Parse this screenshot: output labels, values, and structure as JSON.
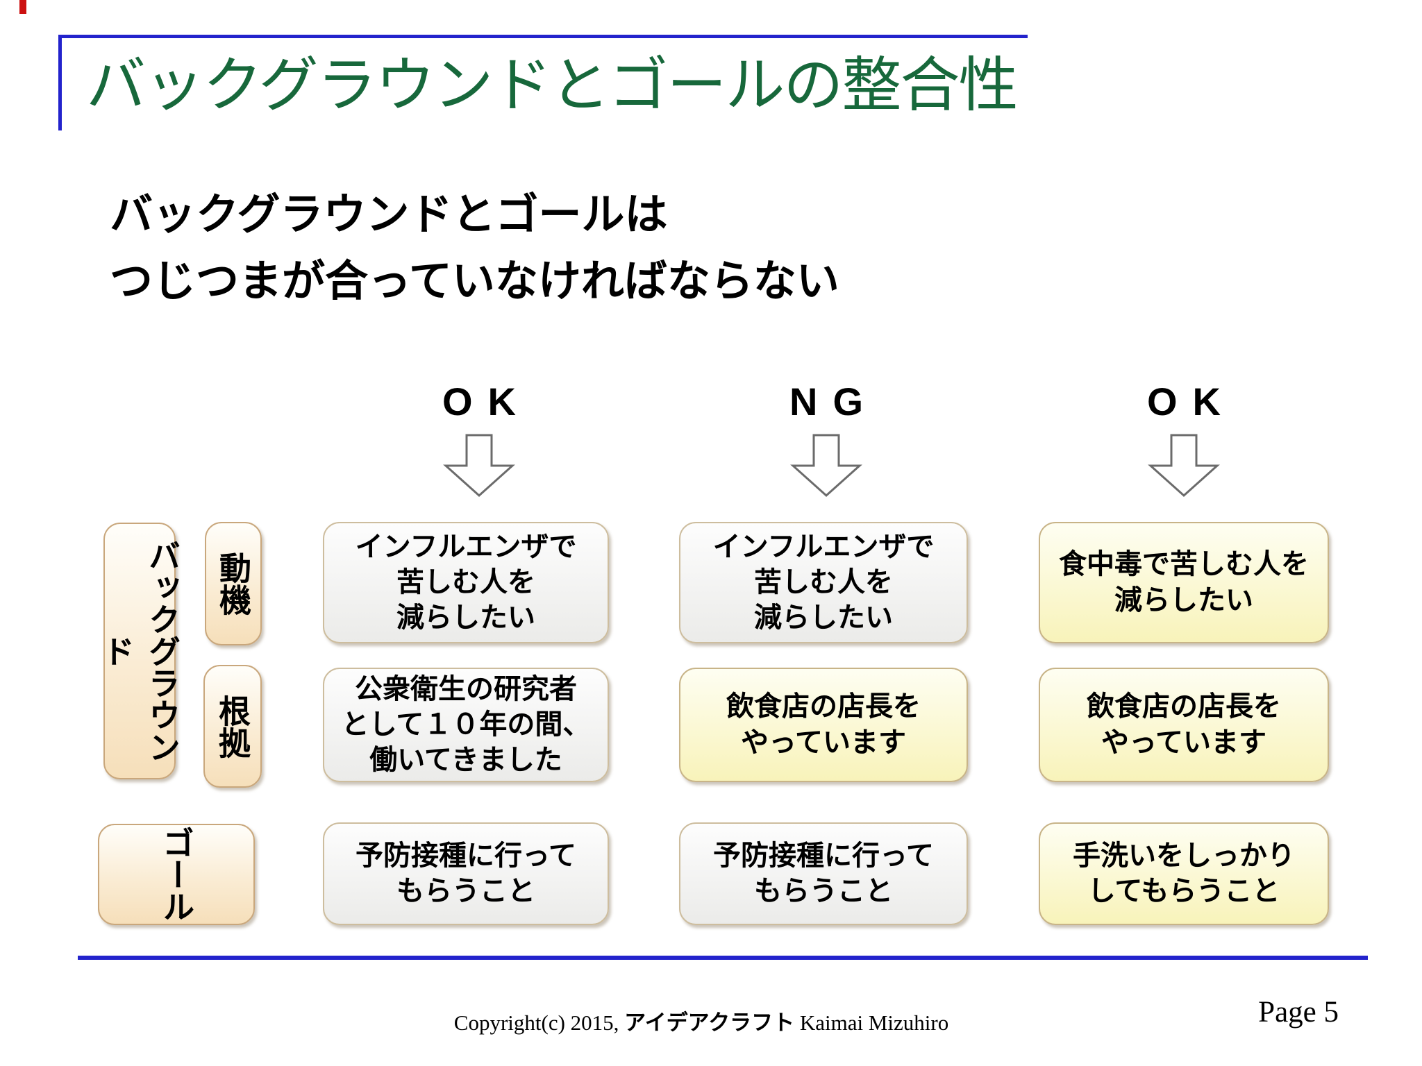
{
  "page": {
    "title": "バックグラウンドとゴールの整合性",
    "heading": {
      "line1": "バックグラウンドとゴールは",
      "line2": "つじつまが合っていなければならない"
    },
    "footer": {
      "pre": "Copyright(c) 2015, ",
      "brand": "アイデアクラフト",
      "post": " Kaimai Mizuhiro"
    },
    "page_number": "Page 5"
  },
  "verdicts": [
    {
      "label": "OK"
    },
    {
      "label": "NG"
    },
    {
      "label": "OK"
    }
  ],
  "row_labels": {
    "background": "バックグラウンド",
    "motive": "動機",
    "basis": "根拠",
    "goal": "ゴール"
  },
  "cells": {
    "c1_motive": {
      "style": "gray",
      "lines": [
        "インフルエンザで",
        "苦しむ人を",
        "減らしたい"
      ]
    },
    "c2_motive": {
      "style": "gray",
      "lines": [
        "インフルエンザで",
        "苦しむ人を",
        "減らしたい"
      ]
    },
    "c3_motive": {
      "style": "yellow",
      "lines": [
        "食中毒で苦しむ人を",
        "減らしたい"
      ]
    },
    "c1_basis": {
      "style": "gray",
      "lines": [
        "公衆衛生の研究者",
        "として１０年の間、",
        "働いてきました"
      ]
    },
    "c2_basis": {
      "style": "yellow",
      "lines": [
        "飲食店の店長を",
        "やっています"
      ]
    },
    "c3_basis": {
      "style": "yellow",
      "lines": [
        "飲食店の店長を",
        "やっています"
      ]
    },
    "c1_goal": {
      "style": "gray",
      "lines": [
        "予防接種に行って",
        "もらうこと"
      ]
    },
    "c2_goal": {
      "style": "gray",
      "lines": [
        "予防接種に行って",
        "もらうこと"
      ]
    },
    "c3_goal": {
      "style": "yellow",
      "lines": [
        "手洗いをしっかり",
        "してもらうこと"
      ]
    }
  },
  "colors": {
    "title_green": "#17683B",
    "accent_blue": "#2323CC",
    "box_border_tan": "#C9A77C",
    "cream_fill": "#F6DFBA",
    "gray_fill": "#EBEBE9",
    "yellow_fill": "#F8F3BA",
    "arrow_outline_gray": "#6B6B6B"
  }
}
